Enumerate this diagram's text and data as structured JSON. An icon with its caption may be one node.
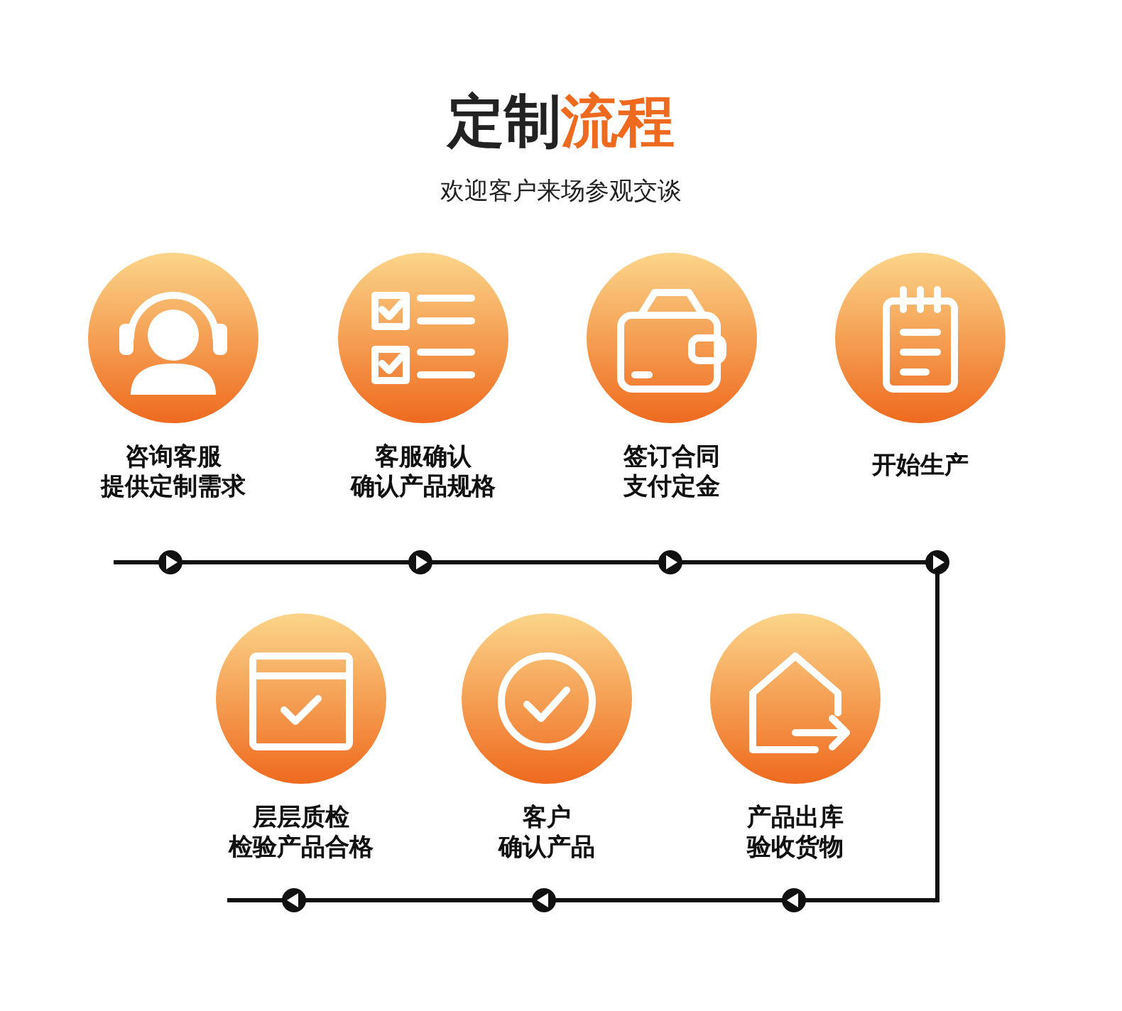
{
  "diagram": {
    "title": "定制流程",
    "nodes": [
      {
        "text": [
          "咨询客服提供定制需求"
        ]
      },
      {
        "text": [
          "客服确认确认产品规格"
        ]
      },
      {
        "text": [
          "签订合同支付定金"
        ]
      },
      {
        "text": [
          "开始生产"
        ]
      },
      {
        "text": [
          "层层质检检验产品合格"
        ]
      },
      {
        "text": [
          "客户确认产品"
        ]
      },
      {
        "text": [
          "产品出库验收货物"
        ]
      }
    ],
    "labels": [
      "欢迎客户来场参观交谈"
    ]
  }
}
